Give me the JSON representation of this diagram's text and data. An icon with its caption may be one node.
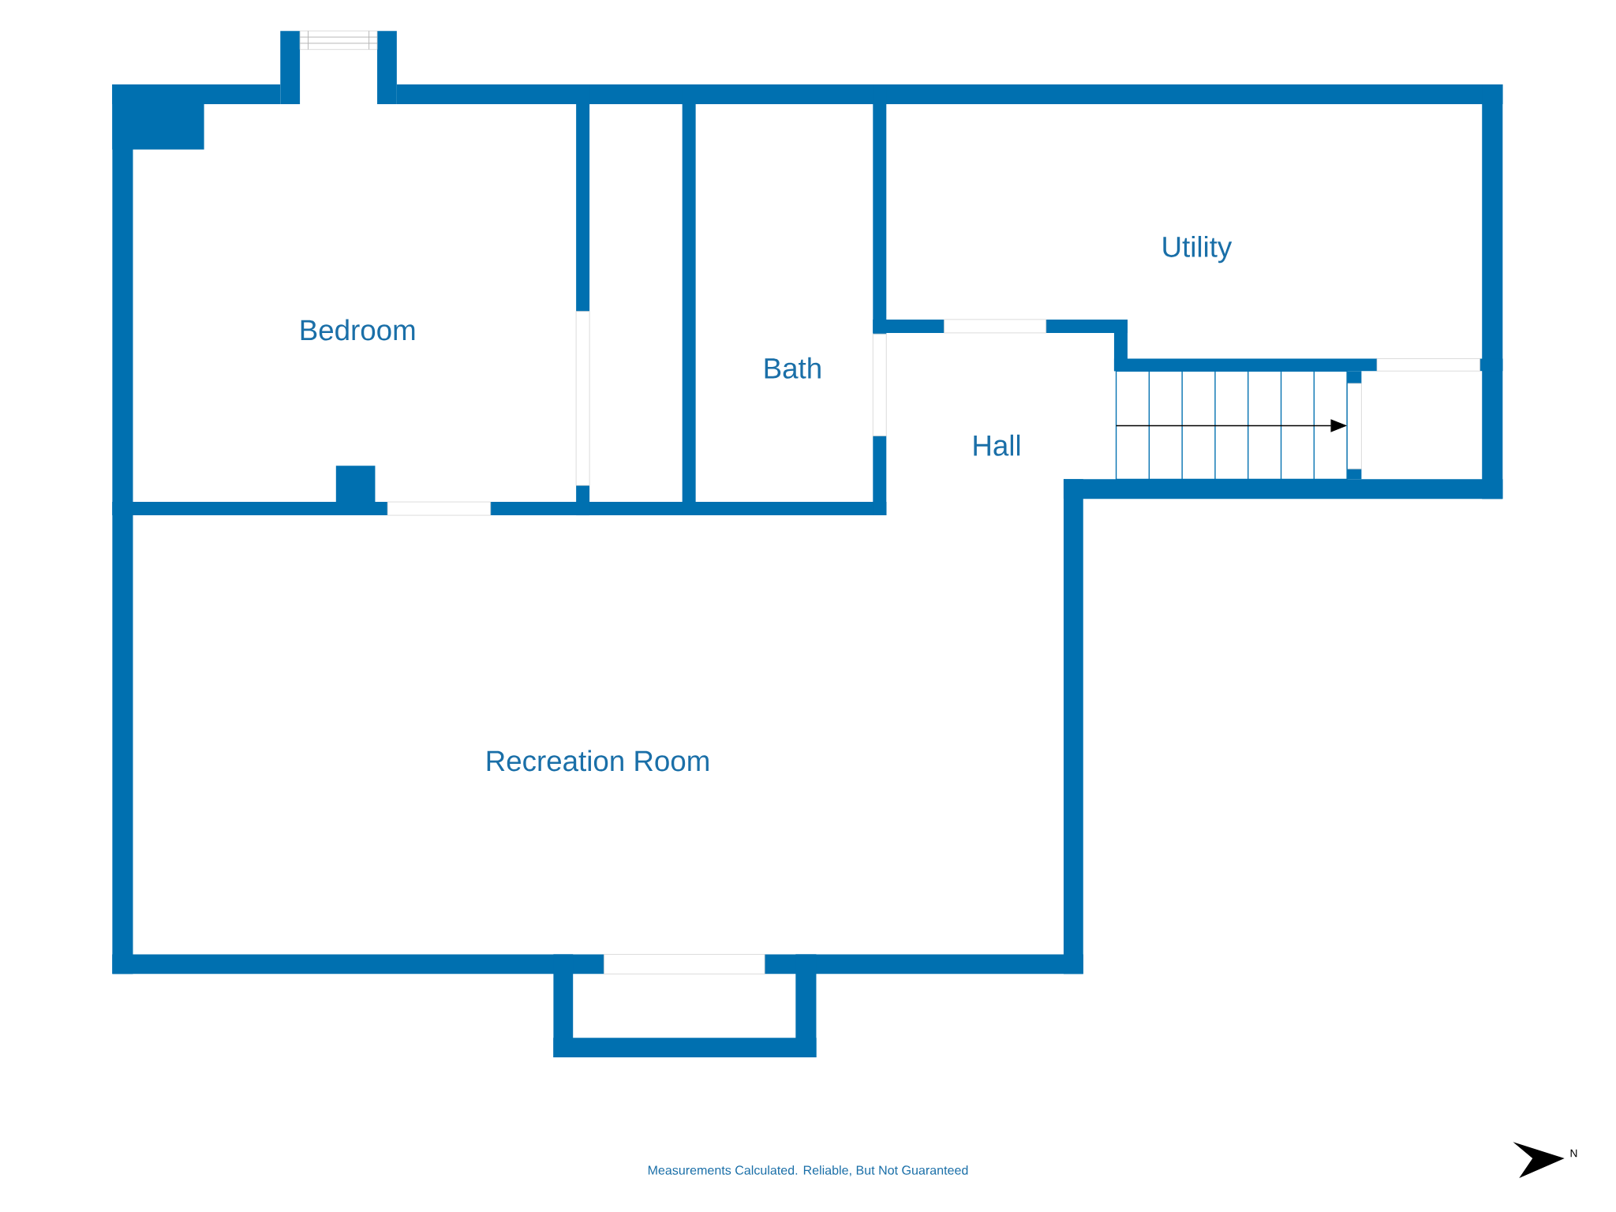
{
  "diagram": {
    "labels": [
      "Bedroom",
      "Utility",
      "Bath",
      "Hall",
      "Recreation Room",
      "Measurements Calculated. Reliable, But Not Guaranteed",
      "N"
    ]
  }
}
